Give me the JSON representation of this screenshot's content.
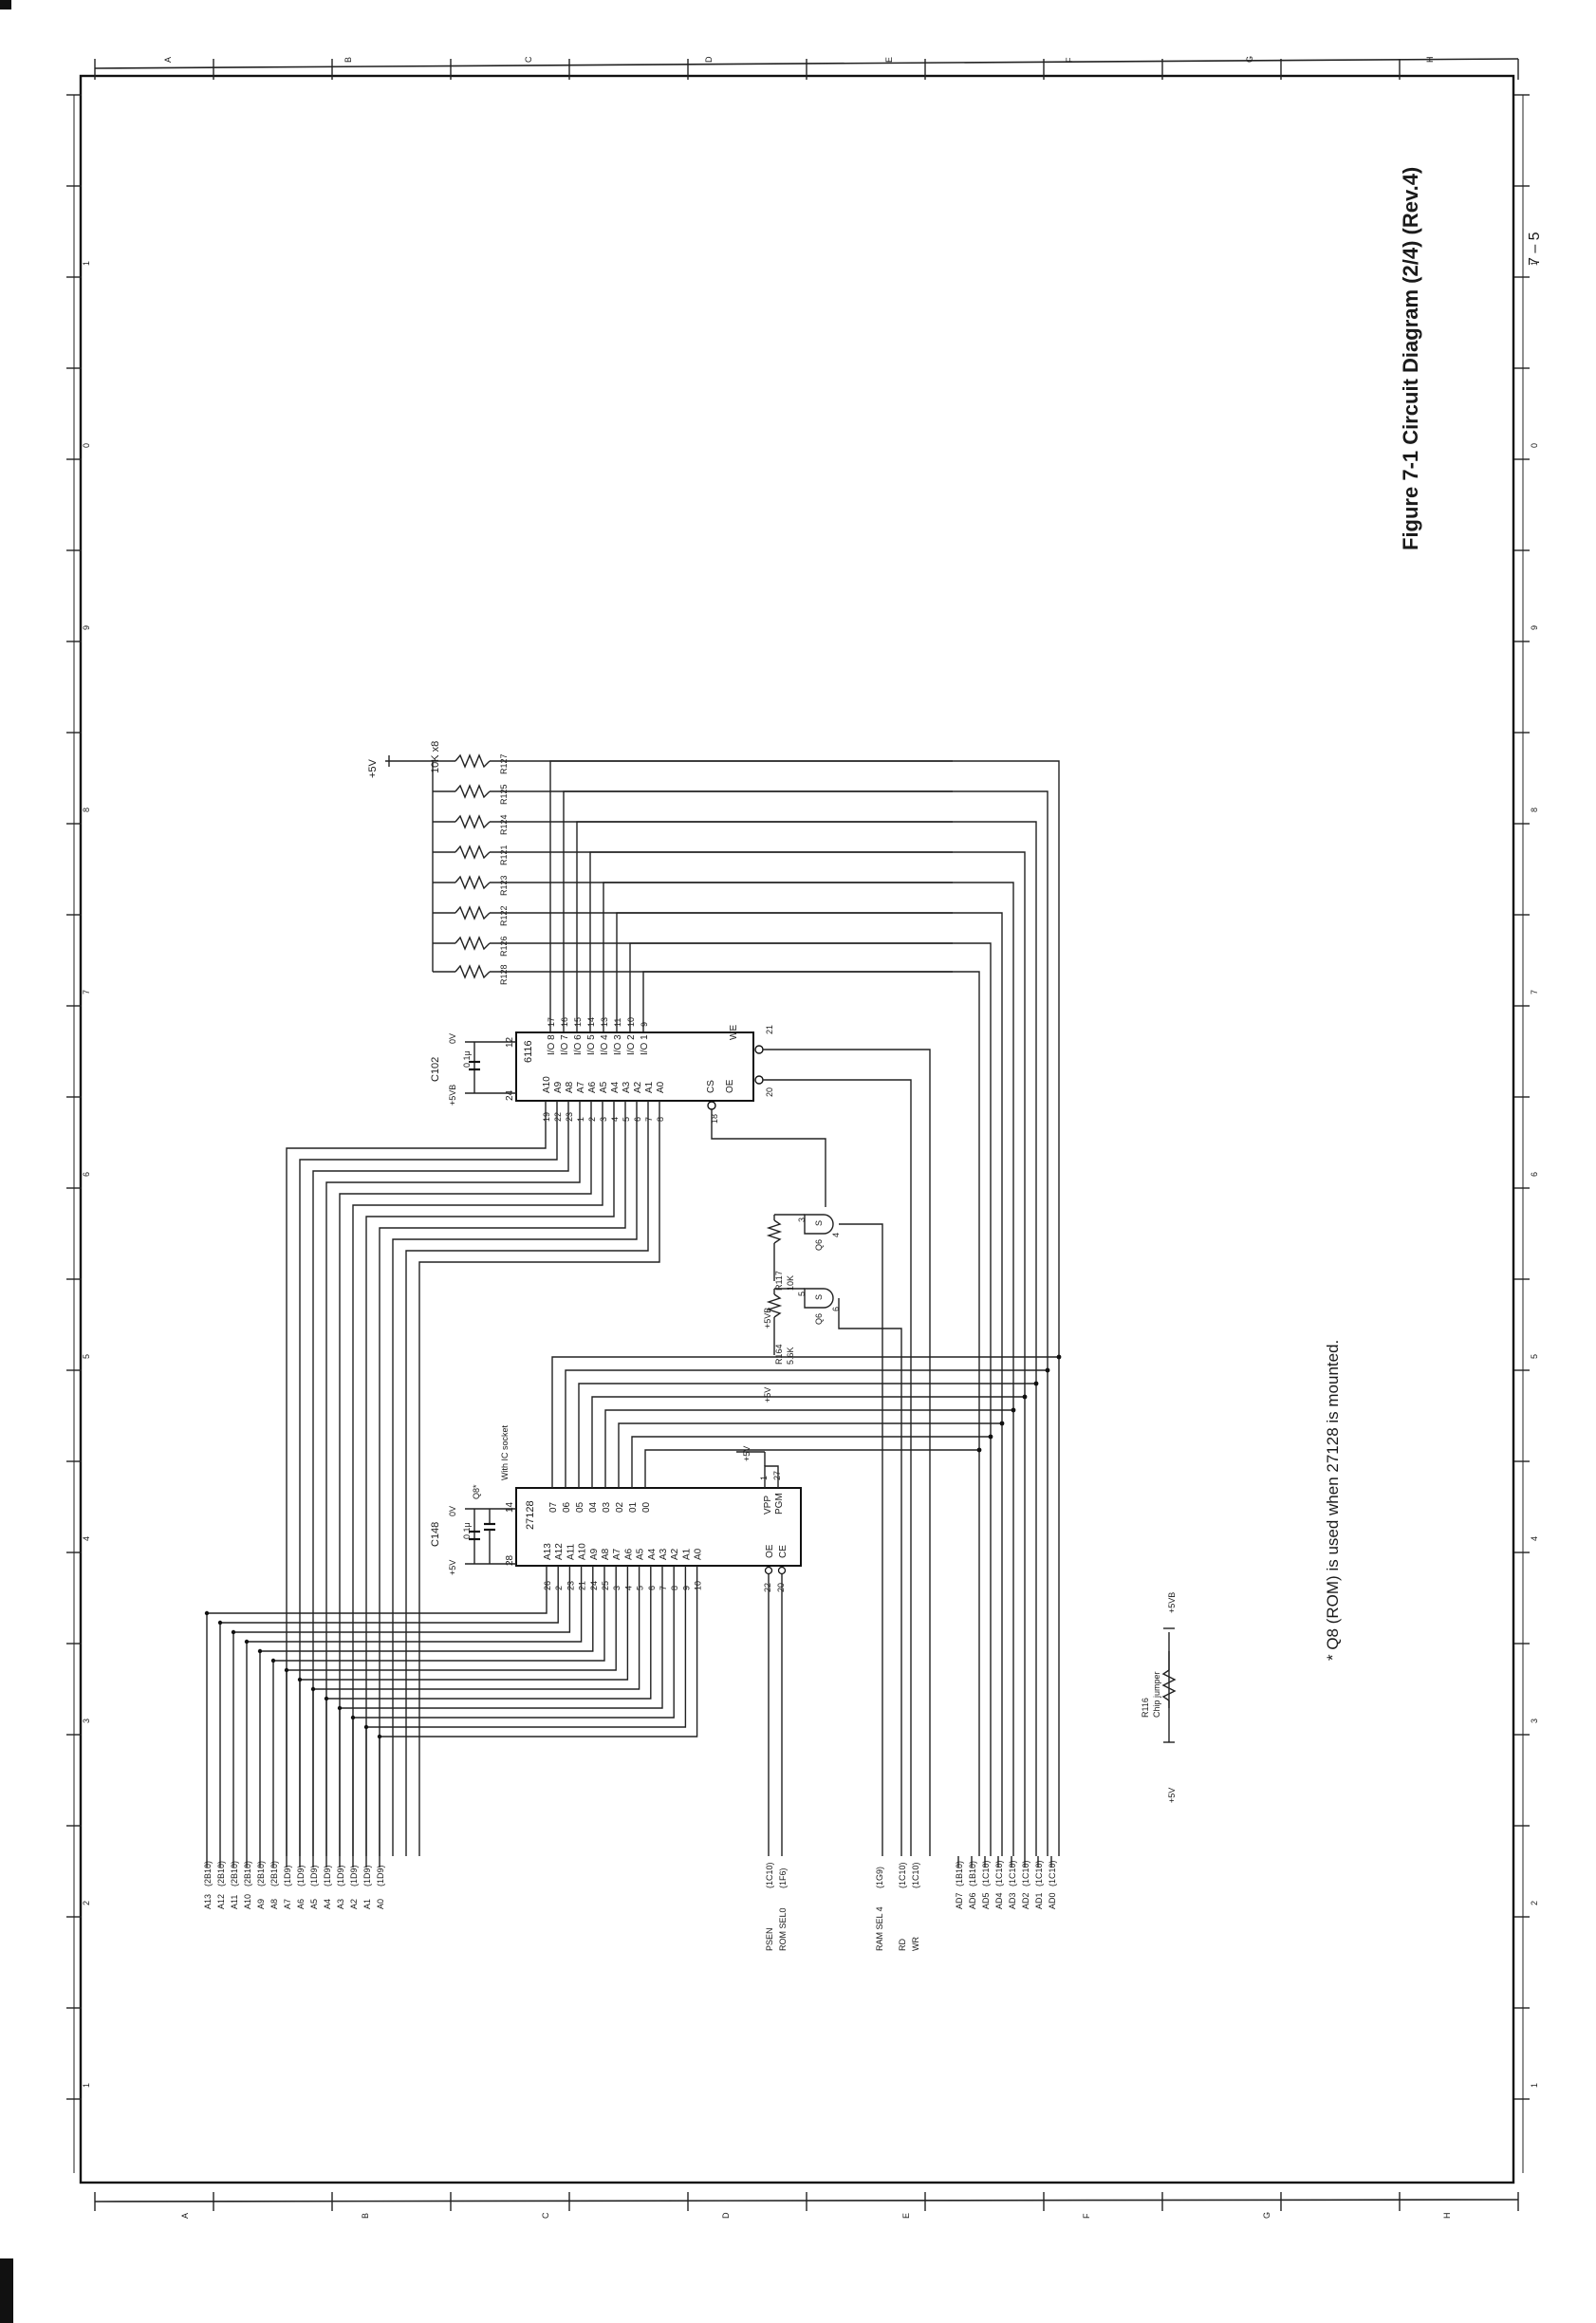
{
  "title": "Figure 7-1 Circuit Diagram (2/4) (Rev.4)",
  "page_number": "7 – 5",
  "footnote": "* Q8 (ROM) is used when 27128 is mounted.",
  "zone_letters_top": [
    "A",
    "B",
    "C",
    "D",
    "E",
    "F",
    "G",
    "H"
  ],
  "zone_letters_bottom": [
    "A",
    "B",
    "C",
    "D",
    "E",
    "F",
    "G",
    "H"
  ],
  "zone_numbers": [
    "1",
    "2",
    "3",
    "4",
    "5",
    "6",
    "7",
    "8",
    "9",
    "0",
    "1"
  ],
  "ram": {
    "name": "6116",
    "ref": "C102",
    "cap_value": "0.1μ",
    "supply": "+5VB",
    "ground": "0V",
    "pin_vcc": "24",
    "pin_gnd": "12",
    "left_pins": [
      "A10",
      "A9",
      "A8",
      "A7",
      "A6",
      "A5",
      "A4",
      "A3",
      "A2",
      "A1",
      "A0"
    ],
    "left_nums": [
      "19",
      "22",
      "23",
      "1",
      "2",
      "3",
      "4",
      "5",
      "6",
      "7",
      "8"
    ],
    "io_pins": [
      "I/O 8",
      "I/O 7",
      "I/O 6",
      "I/O 5",
      "I/O 4",
      "I/O 3",
      "I/O 2",
      "I/O 1"
    ],
    "io_nums": [
      "17",
      "16",
      "15",
      "14",
      "13",
      "11",
      "10",
      "9"
    ],
    "ctrl_pins": [
      "CS",
      "OE",
      "WE"
    ],
    "ctrl_nums": [
      "18",
      "20",
      "21"
    ]
  },
  "pullups": {
    "refs": [
      "R127",
      "R125",
      "R124",
      "R121",
      "R123",
      "R122",
      "R126",
      "R128"
    ],
    "value": "10K x8",
    "supply": "+5V"
  },
  "gates": {
    "q6a": {
      "ref": "Q6",
      "pin_in": "3",
      "pin_out": "4",
      "r_ref": "R117",
      "r_val": "10K",
      "supply": "+5VB"
    },
    "q6b": {
      "ref": "Q6",
      "pin_in": "5",
      "pin_out": "6",
      "r_ref": "R164",
      "r_val": "5.6K",
      "supply": "+5V"
    },
    "symbol": "S"
  },
  "rom": {
    "name": "27128",
    "ref": "C148",
    "socket_ref": "Q8*",
    "socket_note": "With IC socket",
    "cap_value": "0.1μ",
    "supply": "+5V",
    "ground": "0V",
    "pin_vcc": "28",
    "pin_gnd": "14",
    "left_pins": [
      "A13",
      "A12",
      "A11",
      "A10",
      "A9",
      "A8",
      "A7",
      "A6",
      "A5",
      "A4",
      "A3",
      "A2",
      "A1",
      "A0"
    ],
    "left_nums": [
      "26",
      "2",
      "23",
      "21",
      "24",
      "25",
      "3",
      "4",
      "5",
      "6",
      "7",
      "8",
      "9",
      "10"
    ],
    "data_pins": [
      "07",
      "06",
      "05",
      "04",
      "03",
      "02",
      "01",
      "00"
    ],
    "ctrl_pins": [
      "OE",
      "CE"
    ],
    "ctrl_nums": [
      "22",
      "20"
    ],
    "vpp_pins": [
      "VPP",
      "PGM"
    ],
    "vpp_nums": [
      "1",
      "27"
    ]
  },
  "signals_address": [
    {
      "name": "A13",
      "ref": "(2B10)"
    },
    {
      "name": "A12",
      "ref": "(2B10)"
    },
    {
      "name": "A11",
      "ref": "(2B10)"
    },
    {
      "name": "A10",
      "ref": "(2B10)"
    },
    {
      "name": "A9",
      "ref": "(2B10)"
    },
    {
      "name": "A8",
      "ref": "(2B10)"
    },
    {
      "name": "A7",
      "ref": "(1D9)"
    },
    {
      "name": "A6",
      "ref": "(1D9)"
    },
    {
      "name": "A5",
      "ref": "(1D9)"
    },
    {
      "name": "A4",
      "ref": "(1D9)"
    },
    {
      "name": "A3",
      "ref": "(1D9)"
    },
    {
      "name": "A2",
      "ref": "(1D9)"
    },
    {
      "name": "A1",
      "ref": "(1D9)"
    },
    {
      "name": "A0",
      "ref": "(1D9)"
    }
  ],
  "signals_control": [
    {
      "name": "PSEN",
      "ref": "(1C10)"
    },
    {
      "name": "ROM SEL0",
      "ref": "(1F6)"
    },
    {
      "name": "RAM SEL 4",
      "ref": "(1G9)"
    },
    {
      "name": "RD",
      "ref": "(1C10)"
    },
    {
      "name": "WR",
      "ref": "(1C10)"
    }
  ],
  "signals_data": [
    {
      "name": "AD7",
      "ref": "(1B10)"
    },
    {
      "name": "AD6",
      "ref": "(1B10)"
    },
    {
      "name": "AD5",
      "ref": "(1C10)"
    },
    {
      "name": "AD4",
      "ref": "(1C10)"
    },
    {
      "name": "AD3",
      "ref": "(1C10)"
    },
    {
      "name": "AD2",
      "ref": "(1C10)"
    },
    {
      "name": "AD1",
      "ref": "(1C10)"
    },
    {
      "name": "AD0",
      "ref": "(1C10)"
    }
  ],
  "jumper": {
    "ref": "R116",
    "note": "Chip jumper",
    "left": "+5V",
    "right": "+5VB"
  }
}
